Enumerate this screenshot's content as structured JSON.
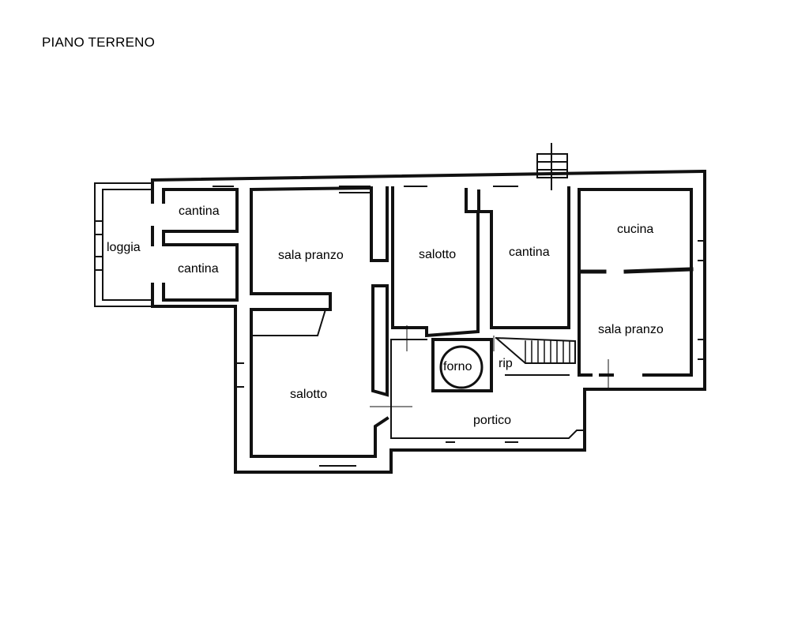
{
  "title": "PIANO TERRENO",
  "rooms": {
    "loggia": "loggia",
    "cantina_top": "cantina",
    "cantina_bottom": "cantina",
    "sala_pranzo_left": "sala pranzo",
    "salotto_center": "salotto",
    "cantina_center": "cantina",
    "cucina": "cucina",
    "sala_pranzo_right": "sala pranzo",
    "salotto_left": "salotto",
    "forno": "forno",
    "rip": "rip",
    "portico": "portico"
  },
  "colors": {
    "line": "#111111",
    "background": "#ffffff"
  }
}
